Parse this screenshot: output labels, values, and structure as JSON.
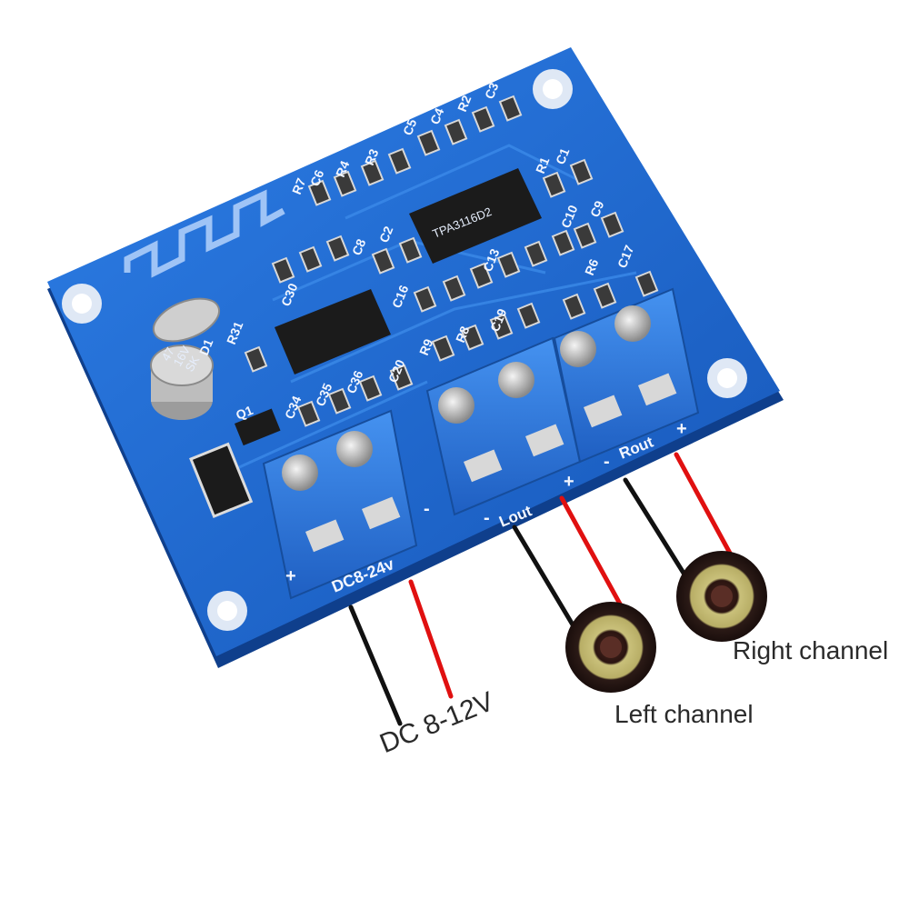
{
  "board": {
    "silkscreen": {
      "power_terminal": "DC8-24v",
      "left_output": "Lout",
      "right_output": "Rout",
      "plus": "+",
      "minus": "-",
      "component_refs": [
        "R7",
        "C6",
        "R4",
        "R3",
        "C5",
        "C4",
        "R2",
        "C3",
        "R1",
        "C1",
        "C8",
        "C2",
        "C10",
        "C9",
        "C30",
        "C16",
        "C13",
        "R6",
        "C17",
        "R9",
        "R8",
        "C19",
        "C34",
        "C35",
        "C36",
        "C20",
        "D1",
        "R31",
        "Q1"
      ]
    },
    "capacitor_marking": [
      "47",
      "16V",
      "SK"
    ],
    "colors": {
      "pcb": "#1d63c9",
      "pcb_edge": "#0f3f8c",
      "terminal": "#2f7be0",
      "wire_red": "#e01010",
      "wire_black": "#111111"
    }
  },
  "callouts": {
    "dc": "DC 8-12V",
    "left": "Left channel",
    "right": "Right channel"
  }
}
